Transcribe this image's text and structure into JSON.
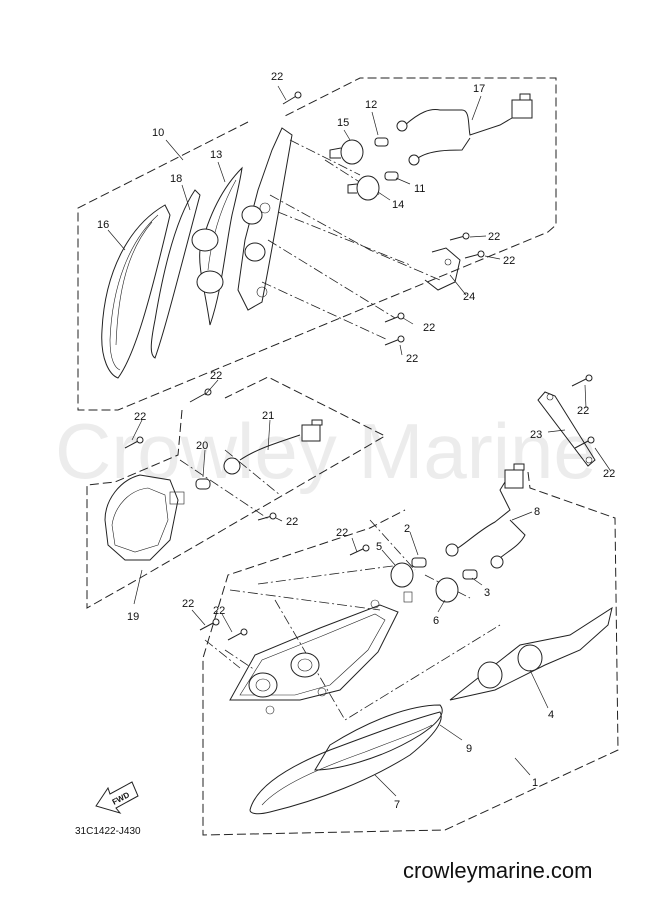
{
  "watermark": "Crowley Marine",
  "diagram_code": "31C1422-J430",
  "direction_label": "FWD",
  "site_url": "crowleymarine.com",
  "callouts": {
    "c1": "1",
    "c2": "2",
    "c3": "3",
    "c4": "4",
    "c5": "5",
    "c6": "6",
    "c7": "7",
    "c8": "8",
    "c9": "9",
    "c10": "10",
    "c11": "11",
    "c12": "12",
    "c13": "13",
    "c14": "14",
    "c15": "15",
    "c16": "16",
    "c17": "17",
    "c18": "18",
    "c19": "19",
    "c20": "20",
    "c21": "21",
    "c22": "22",
    "c23": "23",
    "c24": "24"
  }
}
